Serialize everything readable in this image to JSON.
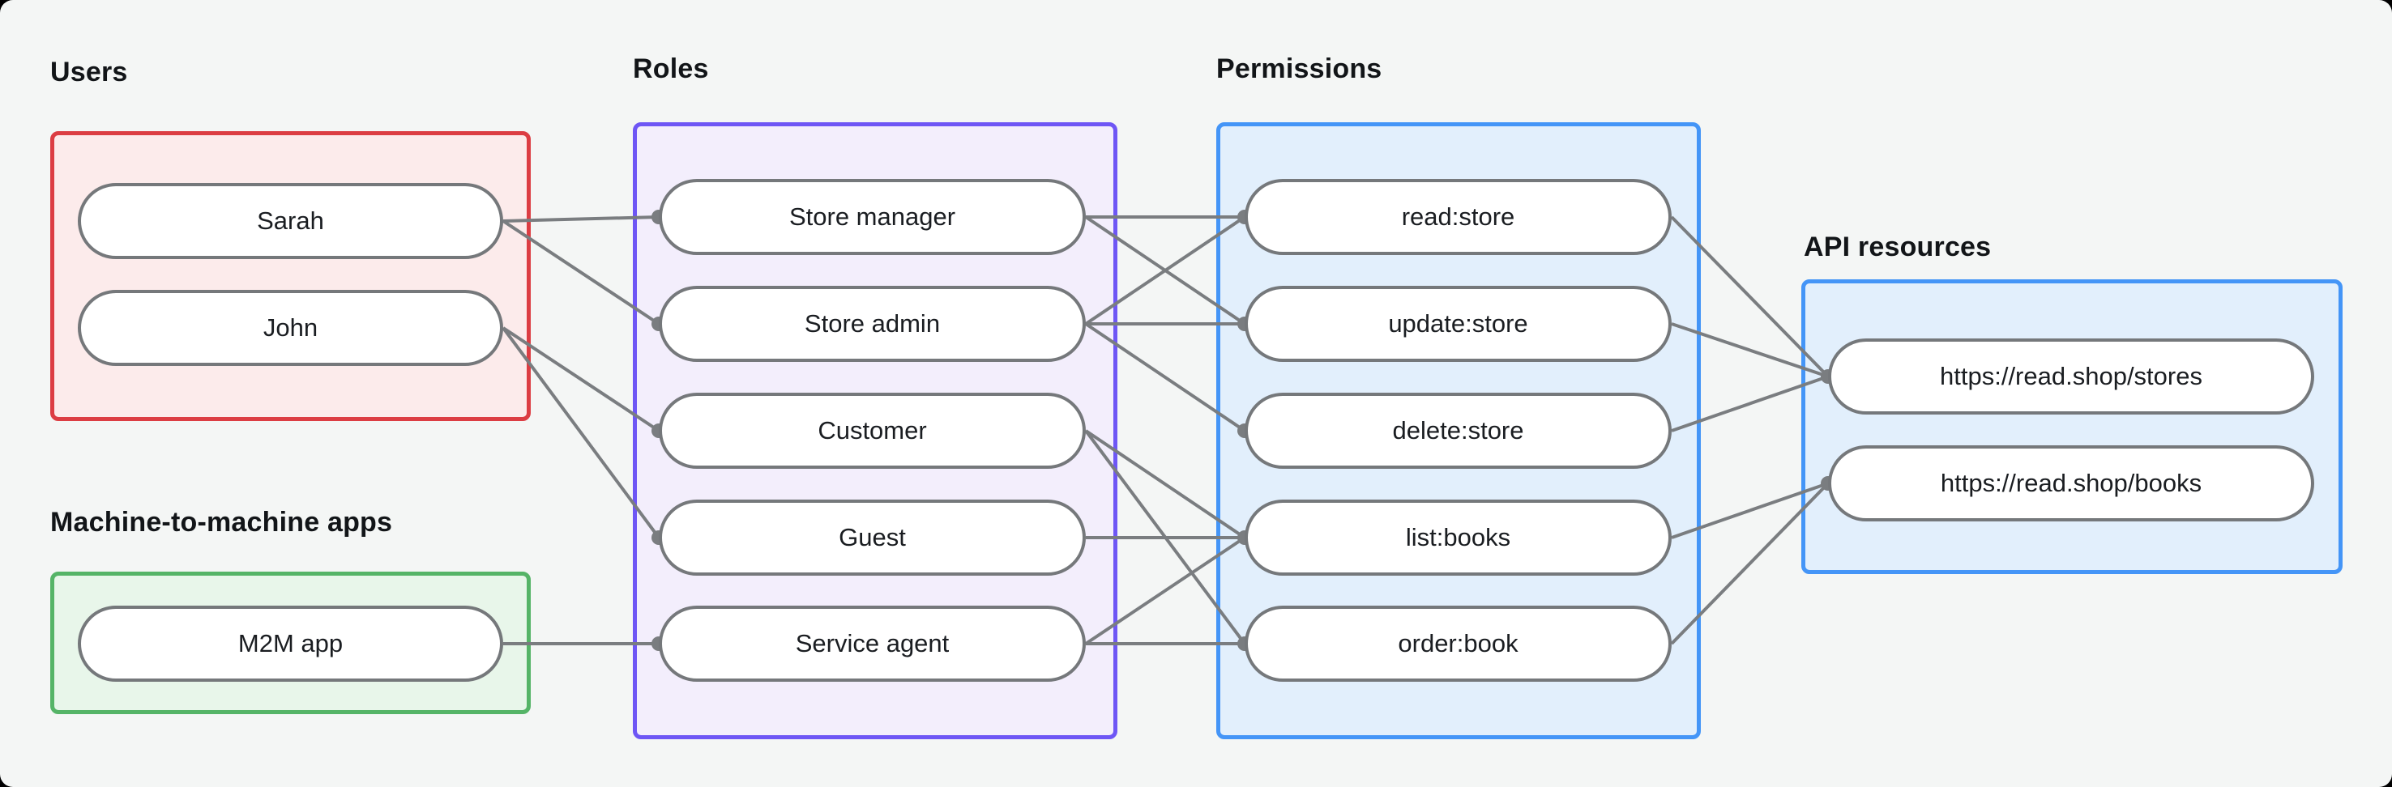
{
  "page": {
    "background": "#f4f6f5",
    "outside_color": "#000000"
  },
  "sections": [
    {
      "id": "users",
      "label": "Users",
      "border_color": "#dc3d43",
      "fill_color": "#fcebeb",
      "nodes": [
        {
          "id": "sarah",
          "label": "Sarah"
        },
        {
          "id": "john",
          "label": "John"
        }
      ]
    },
    {
      "id": "m2m",
      "label": "Machine-to-machine apps",
      "border_color": "#55b467",
      "fill_color": "#e8f6ea",
      "nodes": [
        {
          "id": "m2m_app",
          "label": "M2M app"
        }
      ]
    },
    {
      "id": "roles",
      "label": "Roles",
      "border_color": "#6e56f5",
      "fill_color": "#f3eefc",
      "nodes": [
        {
          "id": "store_manager",
          "label": "Store manager"
        },
        {
          "id": "store_admin",
          "label": "Store admin"
        },
        {
          "id": "customer",
          "label": "Customer"
        },
        {
          "id": "guest",
          "label": "Guest"
        },
        {
          "id": "service_agent",
          "label": "Service agent"
        }
      ]
    },
    {
      "id": "permissions",
      "label": "Permissions",
      "border_color": "#4495f7",
      "fill_color": "#e2effc",
      "nodes": [
        {
          "id": "read_store",
          "label": "read:store"
        },
        {
          "id": "update_store",
          "label": "update:store"
        },
        {
          "id": "delete_store",
          "label": "delete:store"
        },
        {
          "id": "list_books",
          "label": "list:books"
        },
        {
          "id": "order_book",
          "label": "order:book"
        }
      ]
    },
    {
      "id": "api",
      "label": "API resources",
      "border_color": "#4495f7",
      "fill_color": "#e2effc",
      "nodes": [
        {
          "id": "stores",
          "label": "https://read.shop/stores"
        },
        {
          "id": "books",
          "label": "https://read.shop/books"
        }
      ]
    }
  ],
  "edges": [
    [
      "sarah",
      "store_manager"
    ],
    [
      "sarah",
      "store_admin"
    ],
    [
      "john",
      "customer"
    ],
    [
      "john",
      "guest"
    ],
    [
      "m2m_app",
      "service_agent"
    ],
    [
      "store_manager",
      "read_store"
    ],
    [
      "store_manager",
      "update_store"
    ],
    [
      "store_admin",
      "read_store"
    ],
    [
      "store_admin",
      "update_store"
    ],
    [
      "store_admin",
      "delete_store"
    ],
    [
      "customer",
      "list_books"
    ],
    [
      "customer",
      "order_book"
    ],
    [
      "guest",
      "list_books"
    ],
    [
      "service_agent",
      "list_books"
    ],
    [
      "service_agent",
      "order_book"
    ],
    [
      "read_store",
      "stores"
    ],
    [
      "update_store",
      "stores"
    ],
    [
      "delete_store",
      "stores"
    ],
    [
      "list_books",
      "books"
    ],
    [
      "order_book",
      "books"
    ]
  ],
  "edge_style": {
    "line_color": "#7a7d80",
    "dot_color": "#7a7d80"
  }
}
